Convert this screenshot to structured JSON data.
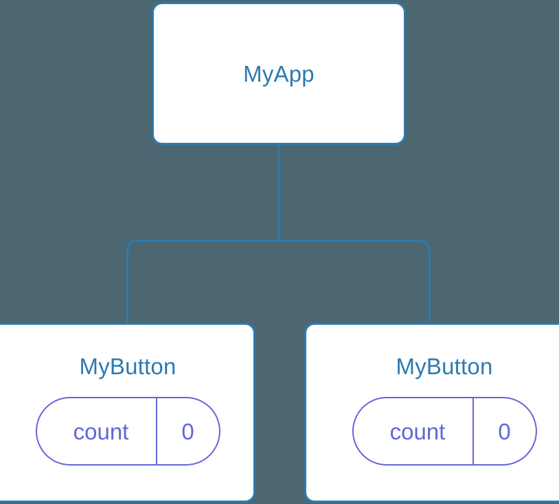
{
  "diagram": {
    "title": "component-tree",
    "background_color": "#4c6771",
    "node_border_color": "#2e7aae",
    "node_fill_color": "#ffffff",
    "node_label_color": "#2e7aae",
    "state_pill_color": "#6366d8",
    "connector_color": "#2e7aae"
  },
  "root": {
    "label": "MyApp"
  },
  "children": [
    {
      "label": "MyButton",
      "state": {
        "key": "count",
        "value": "0"
      }
    },
    {
      "label": "MyButton",
      "state": {
        "key": "count",
        "value": "0"
      }
    }
  ]
}
